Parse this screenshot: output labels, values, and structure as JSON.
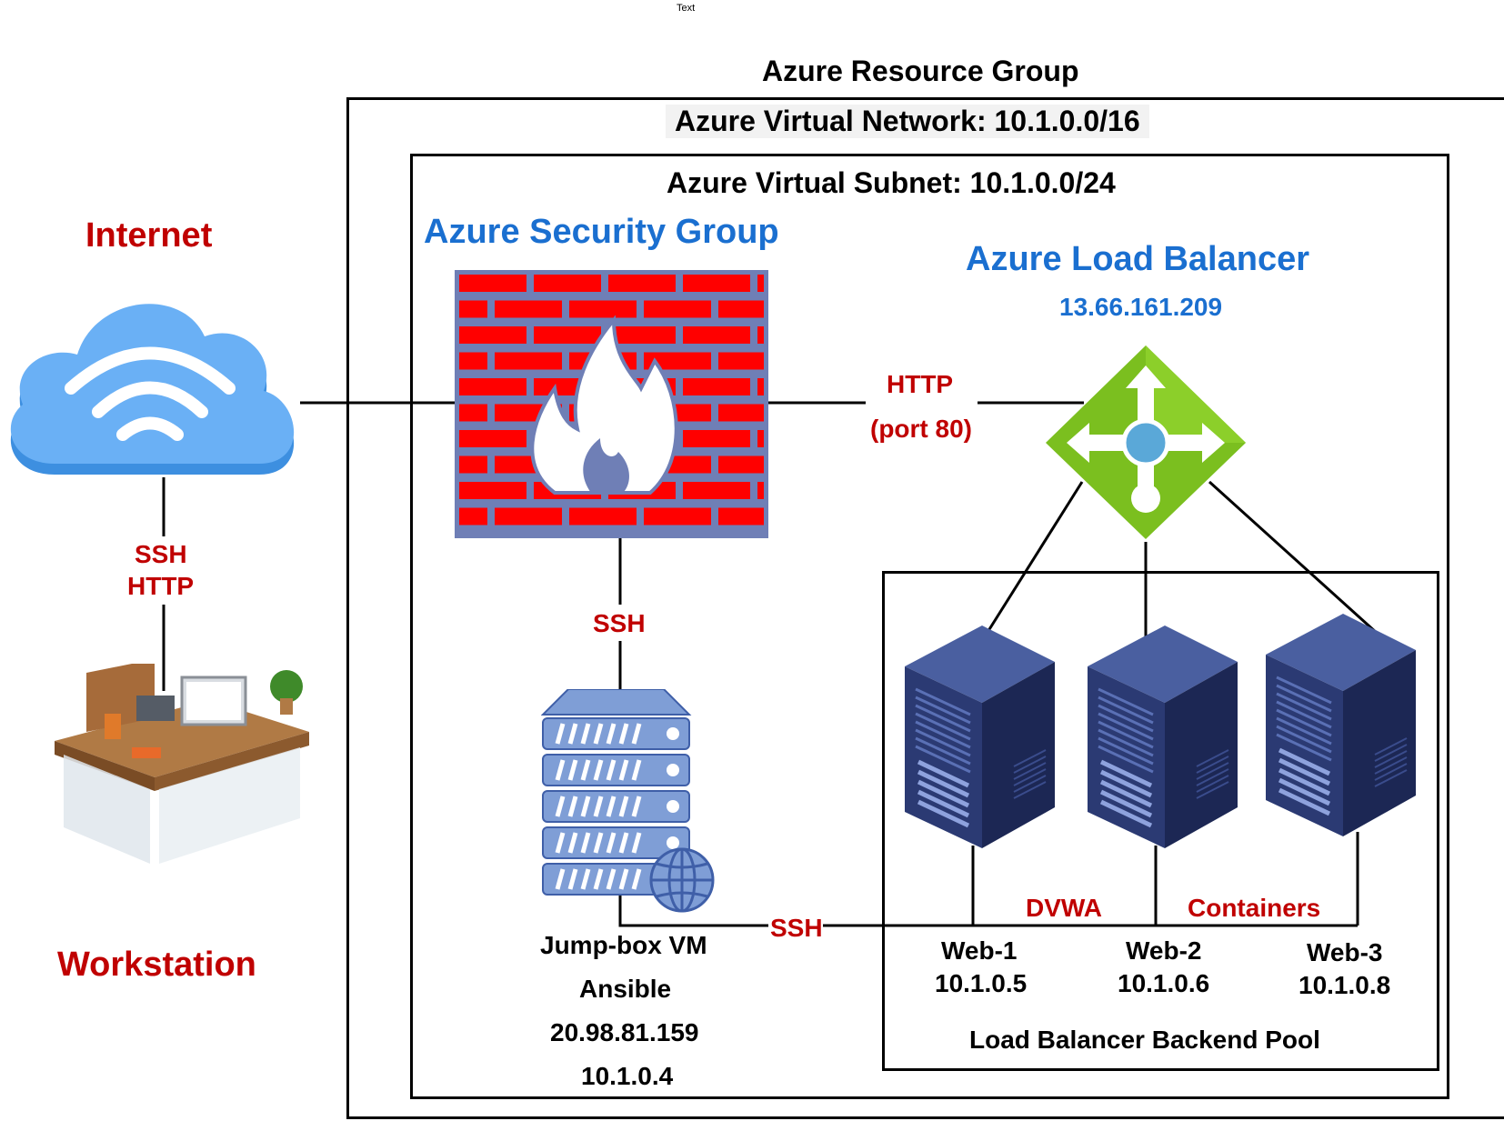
{
  "canvas_text": "Text",
  "resource_group": {
    "title": "Azure Resource Group"
  },
  "vnet": {
    "title": "Azure Virtual Network: 10.1.0.0/16"
  },
  "subnet": {
    "title": "Azure Virtual Subnet: 10.1.0.0/24"
  },
  "internet": {
    "label": "Internet"
  },
  "workstation": {
    "label": "Workstation"
  },
  "workstation_link": {
    "line1": "SSH",
    "line2": "HTTP"
  },
  "security_group": {
    "title": "Azure Security Group"
  },
  "http_link": {
    "line1": "HTTP",
    "line2": "(port 80)"
  },
  "load_balancer": {
    "title": "Azure Load Balancer",
    "ip": "13.66.161.209"
  },
  "firewall_link": {
    "label": "SSH"
  },
  "jumpbox": {
    "line1": "Jump-box VM",
    "line2": "Ansible",
    "line3": "20.98.81.159",
    "line4": "10.1.0.4"
  },
  "ssh_bus": {
    "label": "SSH"
  },
  "backend_pool": {
    "title": "Load Balancer Backend Pool",
    "dvwa": "DVWA",
    "containers": "Containers",
    "servers": [
      {
        "name": "Web-1",
        "ip": "10.1.0.5"
      },
      {
        "name": "Web-2",
        "ip": "10.1.0.6"
      },
      {
        "name": "Web-3",
        "ip": "10.1.0.8"
      }
    ]
  },
  "colors": {
    "label_red": "#c00000",
    "title_blue": "#1a6fd0",
    "cloud_blue": "#6ab0f5",
    "firewall_red": "#ff0000",
    "firewall_mortar": "#6f7fb6",
    "lb_green": "#7bbf1f",
    "server_navy": "#2b3a73"
  }
}
